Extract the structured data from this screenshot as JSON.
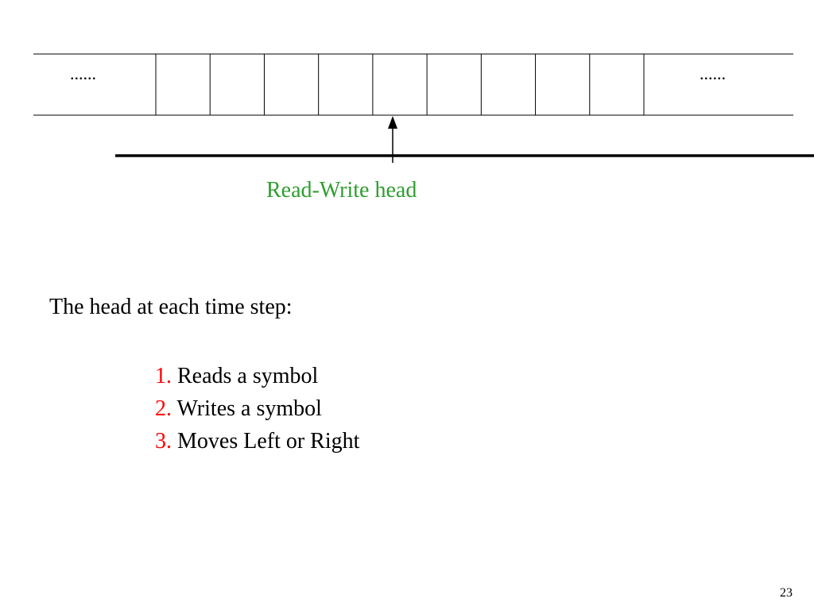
{
  "tape": {
    "left_ellipsis": "......",
    "right_ellipsis": "......",
    "cell_count": 9
  },
  "head": {
    "label": "Read-Write head"
  },
  "steps": {
    "heading": "The head at each time step:",
    "items": [
      {
        "num": "1.",
        "text": "Reads a symbol"
      },
      {
        "num": "2.",
        "text": "Writes a symbol"
      },
      {
        "num": "3.",
        "text": "Moves Left or Right"
      }
    ]
  },
  "page_number": "23",
  "colors": {
    "head_label": "#2e9e2e",
    "step_number": "#ff0000"
  }
}
